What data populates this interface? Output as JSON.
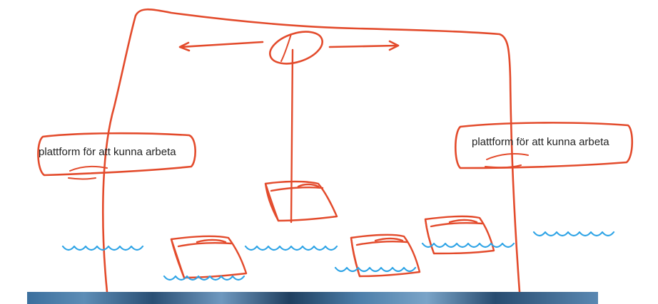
{
  "sketch": {
    "labels": {
      "left": "plattform för att kunna arbeta",
      "right": "plattform för att kunna arbeta"
    },
    "colors": {
      "ink": "#e34b2c",
      "water": "#2fa4e6",
      "text": "#222222",
      "background": "#ffffff"
    }
  },
  "photo_strip": {
    "description_icon": "photo-image"
  }
}
